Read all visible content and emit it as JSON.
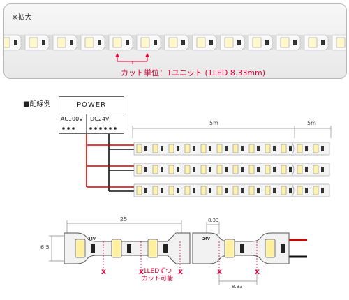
{
  "zoom": {
    "label": "※拡大",
    "caption": "カット単位：1ユニット (1LED 8.33mm)"
  },
  "wiring": {
    "title": "■配線例",
    "power": {
      "label": "POWER",
      "ac": "AC100V",
      "dc": "DC24V"
    },
    "length_1": "5m",
    "length_2": "5m"
  },
  "strip": {
    "width_label": "6.5",
    "pitch_label": "25",
    "unit_label": "8.33",
    "unit_label_bottom": "8.33",
    "voltage_1": "24V",
    "voltage_2": "24V",
    "cut_note_line1": "1LEDずつ",
    "cut_note_line2": "カット可能",
    "cut_mark": "X"
  },
  "colors": {
    "accent_red": "#e0003a",
    "wire_red": "#d40000",
    "wire_black": "#111111",
    "pcb": "#f2f2f2",
    "led": "#fff6c8"
  }
}
